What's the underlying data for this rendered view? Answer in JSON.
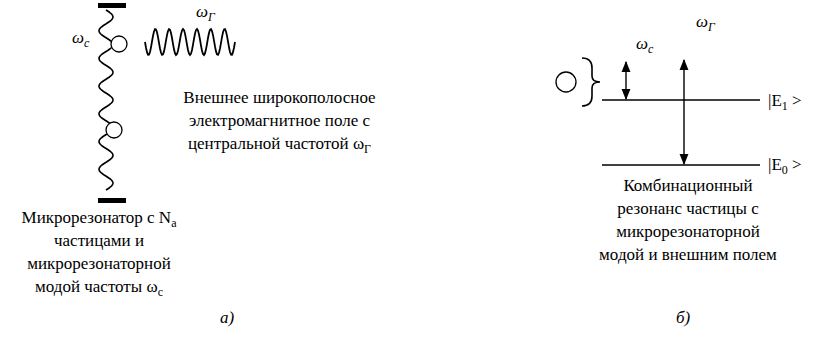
{
  "diagram": {
    "labels": [
      "ωc",
      "ωГ",
      "Внешнее широкополосное электромагнитное поле с центральной частотой ωГ",
      "Микрорезонатор с Na частицами и микрорезонаторной модой частоты ωc",
      "а)",
      "ωc",
      "ωГ",
      "|E1 >",
      "|E0 >",
      "Комбинационный резонанс частицы с микрорезонаторной модой и внешним полем",
      "б)"
    ]
  }
}
